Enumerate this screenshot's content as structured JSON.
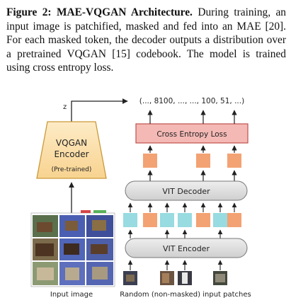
{
  "caption": {
    "figure_label": "Figure 2:",
    "title": "MAE-VQGAN Architecture.",
    "text": "During training, an input image is patchified, masked and fed into an MAE [20]. For each masked token, the decoder outputs a distribution over a pretrained VQGAN [15] codebook. The model is trained using cross entropy loss."
  },
  "diagram": {
    "token_sequence": "(..., 8100, ..., ..., 100, 51, ...)",
    "z_label": "z",
    "encoder_title_line1": "VQGAN",
    "encoder_title_line2": "Encoder",
    "encoder_note": "(Pre-trained)",
    "loss_label": "Cross Entropy Loss",
    "decoder_label": "VIT Decoder",
    "vit_encoder_label": "VIT Encoder",
    "input_image_label": "Input image",
    "patches_label": "Random (non-masked) input patches"
  },
  "colors": {
    "loss_fill": "#f4b9b5",
    "loss_stroke": "#c0504d",
    "orange_token": "#f3a273",
    "cyan_token": "#98dbe0",
    "vit_fill": "#d9d9d9",
    "vqgan_fill": "#fbe2b0",
    "vqgan_stroke": "#c99a3a"
  }
}
